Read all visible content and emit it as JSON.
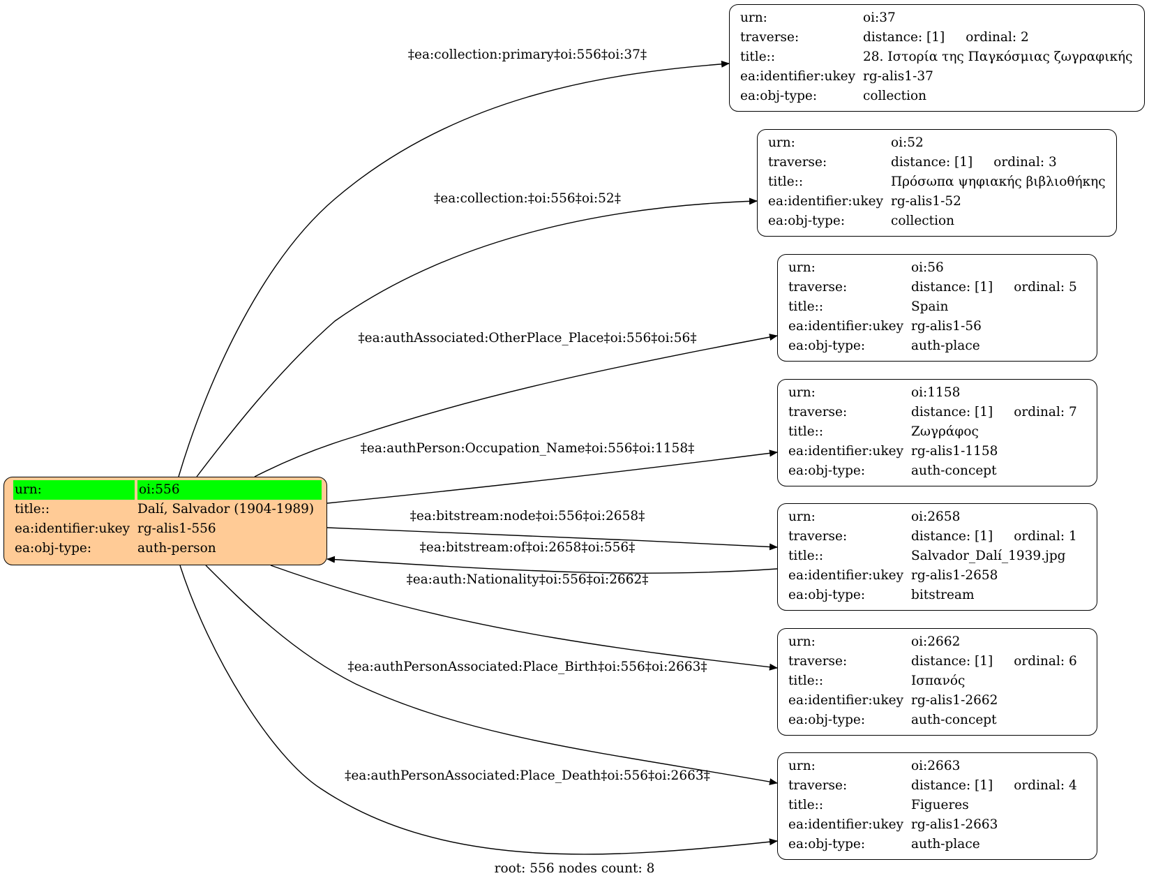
{
  "root_node": {
    "rows": [
      {
        "key": "urn:",
        "value": "oi:556"
      },
      {
        "key": "title::",
        "value": "Dalí, Salvador (1904-1989)"
      },
      {
        "key": "ea:identifier:ukey",
        "value": "rg-alis1-556"
      },
      {
        "key": "ea:obj-type:",
        "value": "auth-person"
      }
    ],
    "fill_color": "#ffcb96",
    "highlight_color": "#00ff00"
  },
  "nodes": [
    {
      "urn": "oi:37",
      "distance": "distance: [1]",
      "ordinal": "ordinal: 2",
      "title": "28. Ιστορία της Παγκόσμιας ζωγραφικής",
      "ukey": "rg-alis1-37",
      "obj_type": "collection"
    },
    {
      "urn": "oi:52",
      "distance": "distance: [1]",
      "ordinal": "ordinal: 3",
      "title": "Πρόσωπα ψηφιακής βιβλιοθήκης",
      "ukey": "rg-alis1-52",
      "obj_type": "collection"
    },
    {
      "urn": "oi:56",
      "distance": "distance: [1]",
      "ordinal": "ordinal: 5",
      "title": "Spain",
      "ukey": "rg-alis1-56",
      "obj_type": "auth-place"
    },
    {
      "urn": "oi:1158",
      "distance": "distance: [1]",
      "ordinal": "ordinal: 7",
      "title": "Ζωγράφος",
      "ukey": "rg-alis1-1158",
      "obj_type": "auth-concept"
    },
    {
      "urn": "oi:2658",
      "distance": "distance: [1]",
      "ordinal": "ordinal: 1",
      "title": "Salvador_Dalí_1939.jpg",
      "ukey": "rg-alis1-2658",
      "obj_type": "bitstream"
    },
    {
      "urn": "oi:2662",
      "distance": "distance: [1]",
      "ordinal": "ordinal: 6",
      "title": "Ισπανός",
      "ukey": "rg-alis1-2662",
      "obj_type": "auth-concept"
    },
    {
      "urn": "oi:2663",
      "distance": "distance: [1]",
      "ordinal": "ordinal: 4",
      "title": "Figueres",
      "ukey": "rg-alis1-2663",
      "obj_type": "auth-place"
    }
  ],
  "row_keys": {
    "urn": "urn:",
    "traverse": "traverse:",
    "title": "title::",
    "ukey": "ea:identifier:ukey",
    "obj_type": "ea:obj-type:"
  },
  "edges": [
    {
      "label": "‡ea:collection:primary‡oi:556‡oi:37‡",
      "from": "oi:556",
      "to": "oi:37"
    },
    {
      "label": "‡ea:collection:‡oi:556‡oi:52‡",
      "from": "oi:556",
      "to": "oi:52"
    },
    {
      "label": "‡ea:authAssociated:OtherPlace_Place‡oi:556‡oi:56‡",
      "from": "oi:556",
      "to": "oi:56"
    },
    {
      "label": "‡ea:authPerson:Occupation_Name‡oi:556‡oi:1158‡",
      "from": "oi:556",
      "to": "oi:1158"
    },
    {
      "label": "‡ea:bitstream:node‡oi:556‡oi:2658‡",
      "from": "oi:556",
      "to": "oi:2658"
    },
    {
      "label": "‡ea:bitstream:of‡oi:2658‡oi:556‡",
      "from": "oi:2658",
      "to": "oi:556"
    },
    {
      "label": "‡ea:auth:Nationality‡oi:556‡oi:2662‡",
      "from": "oi:556",
      "to": "oi:2662"
    },
    {
      "label": "‡ea:authPersonAssociated:Place_Birth‡oi:556‡oi:2663‡",
      "from": "oi:556",
      "to": "oi:2663"
    },
    {
      "label": "‡ea:authPersonAssociated:Place_Death‡oi:556‡oi:2663‡",
      "from": "oi:556",
      "to": "oi:2663"
    }
  ],
  "footer": "root: 556 nodes count: 8"
}
